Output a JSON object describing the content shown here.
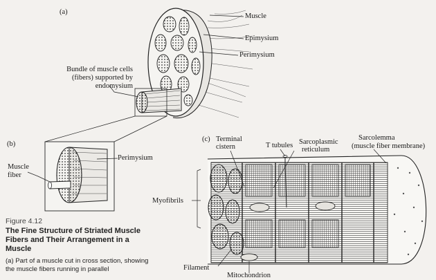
{
  "panels": {
    "a": "(a)",
    "b": "(b)",
    "c": "(c)"
  },
  "labels": {
    "muscle": "Muscle",
    "epimysium": "Epimysium",
    "perimysium_a": "Perimysium",
    "bundle": [
      "Bundle of muscle cells",
      "(fibers) supported by",
      "endomysium"
    ],
    "perimysium_b": "Perimysium",
    "muscle_fiber": [
      "Muscle",
      "fiber"
    ],
    "terminal_cistern": [
      "Terminal",
      "cistern"
    ],
    "t_tubules": "T tubules",
    "sarcoplasmic_reticulum": [
      "Sarcoplasmic",
      "reticulum"
    ],
    "sarcolemma": [
      "Sarcolemma",
      "(muscle fiber membrane)"
    ],
    "myofibrils": "Myofibrils",
    "filament": "Filament",
    "mitochondrion": "Mitochondrion"
  },
  "caption": {
    "number": "Figure 4.12",
    "title": "The Fine Structure of Striated Muscle Fibers and Their Arrangement in a Muscle",
    "description": "(a) Part of a muscle cut in cross section, showing the muscle fibers running in parallel"
  },
  "colors": {
    "ink": "#1a1a1a",
    "paper": "#f3f1ee"
  }
}
